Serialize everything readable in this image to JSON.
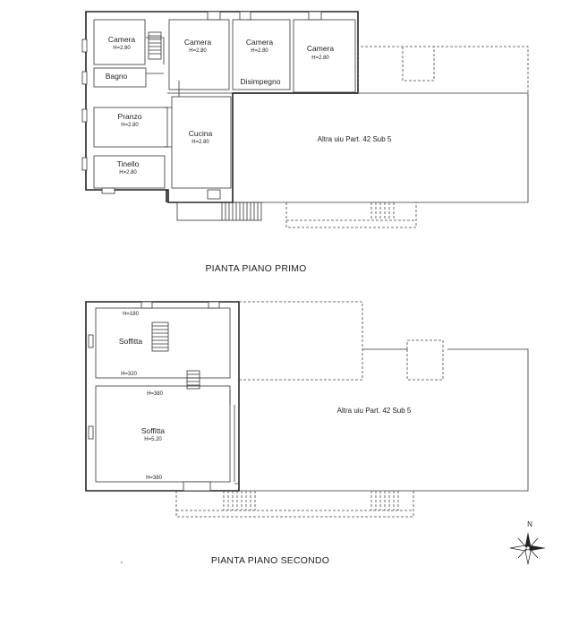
{
  "floor1": {
    "title": "PIANTA PIANO PRIMO",
    "rooms": {
      "camera1": {
        "name": "Camera",
        "height": "H=2.80"
      },
      "camera2": {
        "name": "Camera",
        "height": "H=2.80"
      },
      "camera3": {
        "name": "Camera",
        "height": "H=2.80"
      },
      "camera4": {
        "name": "Camera",
        "height": "H=2.80"
      },
      "bagno": {
        "name": "Bagno"
      },
      "disimpegno": {
        "name": "Disimpegno"
      },
      "pranzo": {
        "name": "Pranzo",
        "height": "H=2.80"
      },
      "cucina": {
        "name": "Cucina",
        "height": "H=2.80"
      },
      "tinello": {
        "name": "Tinello",
        "height": "H=2.80"
      }
    },
    "neighbor": "Altra uiu Part. 42 Sub 5"
  },
  "floor2": {
    "title": "PIANTA PIANO SECONDO",
    "rooms": {
      "soffitta1": {
        "name": "Soffitta",
        "h_top": "H=180",
        "h_bottom": "H=320"
      },
      "soffitta2": {
        "name": "Soffitta",
        "h_top": "H=380",
        "h_mid": "H=5.20",
        "h_bottom": "H=380"
      }
    },
    "neighbor": "Altra uiu Part. 42 Sub 5"
  },
  "compass": {
    "label": "N"
  },
  "colors": {
    "ink": "#222222",
    "paper": "#ffffff"
  }
}
